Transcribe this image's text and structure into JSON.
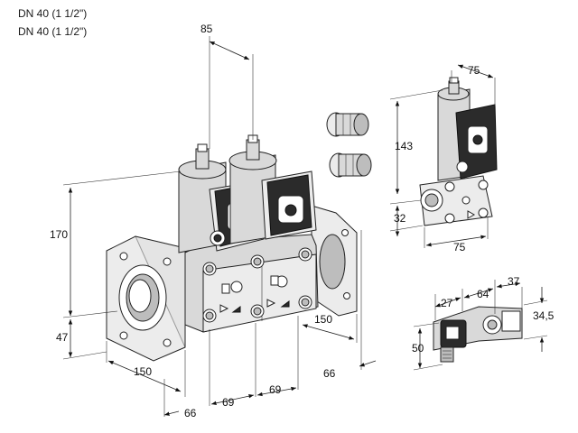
{
  "header": {
    "line1": "DN 40 (1 1/2\")",
    "line2": "DN 40 (1 1/2\")"
  },
  "dimensions": {
    "d85": "85",
    "d75_top": "75",
    "d143": "143",
    "d32": "32",
    "d75_bottom": "75",
    "d170": "170",
    "d47": "47",
    "d150_left": "150",
    "d150_right": "150",
    "d66_right": "66",
    "d66_bottom": "66",
    "d69_left": "69",
    "d69_right": "69",
    "d27": "27",
    "d64": "64",
    "d37": "37",
    "d34_5": "34,5",
    "d50": "50"
  },
  "colors": {
    "ink": "#222222",
    "body": "#d9d9d9",
    "dark": "#2b2b2b"
  }
}
